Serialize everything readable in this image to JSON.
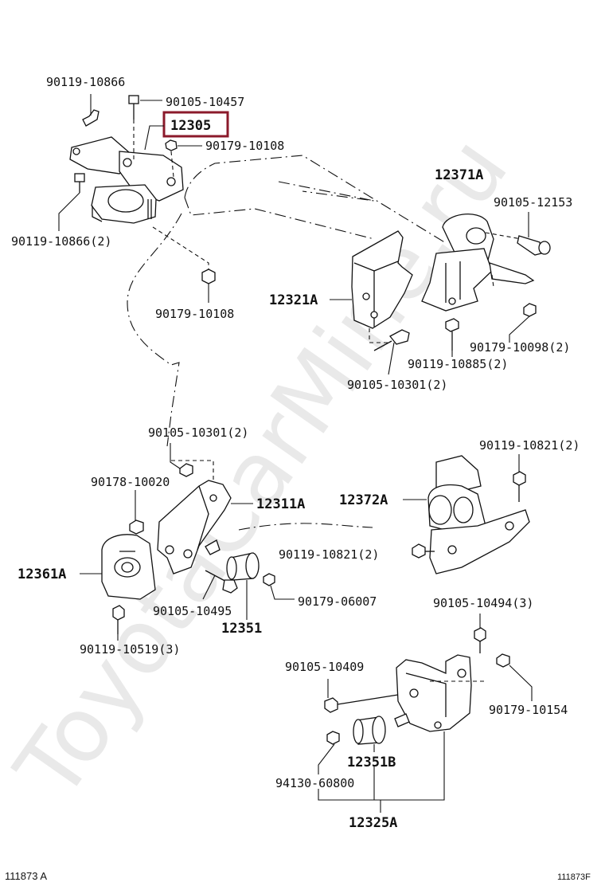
{
  "colors": {
    "highlight": "#8b1a2b",
    "line": "#111111",
    "watermark": "#e9e9e9"
  },
  "watermark": "ToyotaCarMine.ru",
  "footer": {
    "left": "111873  A",
    "right": "111873F"
  },
  "parts": {
    "p12305": "12305",
    "p12371A": "12371A",
    "p12321A": "12321A",
    "p12311A": "12311A",
    "p12372A": "12372A",
    "p12361A": "12361A",
    "p12351": "12351",
    "p12351B": "12351B",
    "p12325A": "12325A"
  },
  "bolts": {
    "b90119_10866": "90119-10866",
    "b90105_10457": "90105-10457",
    "b90179_10108_top": "90179-10108",
    "b90119_10866_2": "90119-10866(2)",
    "b90179_10108_mid": "90179-10108",
    "b90105_12153": "90105-12153",
    "b90179_10098_2": "90179-10098(2)",
    "b90119_10885_2": "90119-10885(2)",
    "b90105_10301_2_top": "90105-10301(2)",
    "b90105_10301_2_mid": "90105-10301(2)",
    "b90178_10020": "90178-10020",
    "b90119_10821_2_right": "90119-10821(2)",
    "b90119_10821_2_mid": "90119-10821(2)",
    "b90105_10495": "90105-10495",
    "b90179_06007": "90179-06007",
    "b90119_10519_3": "90119-10519(3)",
    "b90105_10494_3": "90105-10494(3)",
    "b90105_10409": "90105-10409",
    "b90179_10154": "90179-10154",
    "b94130_60800": "94130-60800"
  }
}
